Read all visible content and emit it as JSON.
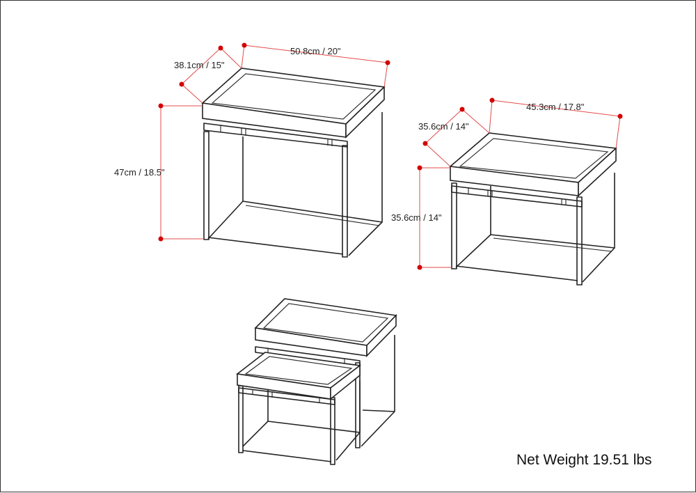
{
  "colors": {
    "line": "#222222",
    "dimension_line": "#e24b4b",
    "dimension_dot": "#d40000",
    "background": "#ffffff"
  },
  "large_table": {
    "width_label": "50.8cm / 20\"",
    "depth_label": "38.1cm / 15\"",
    "height_label": "47cm / 18.5\""
  },
  "small_table": {
    "width_label": "45.3cm / 17.8\"",
    "depth_label": "35.6cm / 14\"",
    "height_label": "35.6cm / 14\""
  },
  "net_weight_label": "Net Weight 19.51 lbs"
}
